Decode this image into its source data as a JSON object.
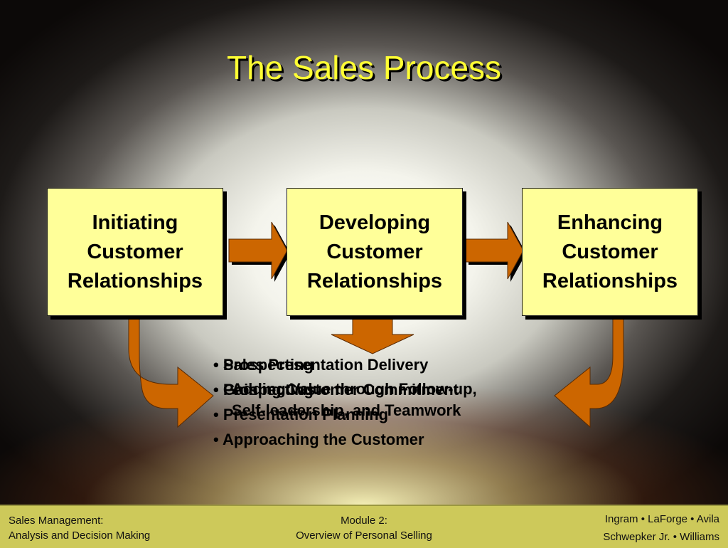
{
  "slide": {
    "title": "The Sales Process"
  },
  "stages": [
    {
      "label": "Initiating\nCustomer\nRelationships"
    },
    {
      "label": "Developing\nCustomer\nRelationships"
    },
    {
      "label": "Enhancing\nCustomer\nRelationships"
    }
  ],
  "activities": {
    "initiating": [
      "• Prospecting",
      "• Prospecting",
      "• Presentation Planning",
      "• Approaching the Customer"
    ],
    "developing": [
      "• Sales Presentation Delivery",
      "• Gaining Customer Commitment"
    ],
    "enhancing": [
      "Adding Value through Follow-up,",
      "Self-leadership, and Teamwork"
    ]
  },
  "footer": {
    "left_line1": "Sales Management:",
    "left_line2": "Analysis and Decision Making",
    "mid_line1": "Module 2:",
    "mid_line2": "Overview of Personal Selling",
    "right_line1": "Ingram  •  LaForge • Avila",
    "right_line2": "Schwepker Jr.  • Williams"
  },
  "colors": {
    "title": "#ffff33",
    "box_fill": "#ffff99",
    "arrow_fill": "#cc6600",
    "footer_bg": "#cdc95a"
  }
}
